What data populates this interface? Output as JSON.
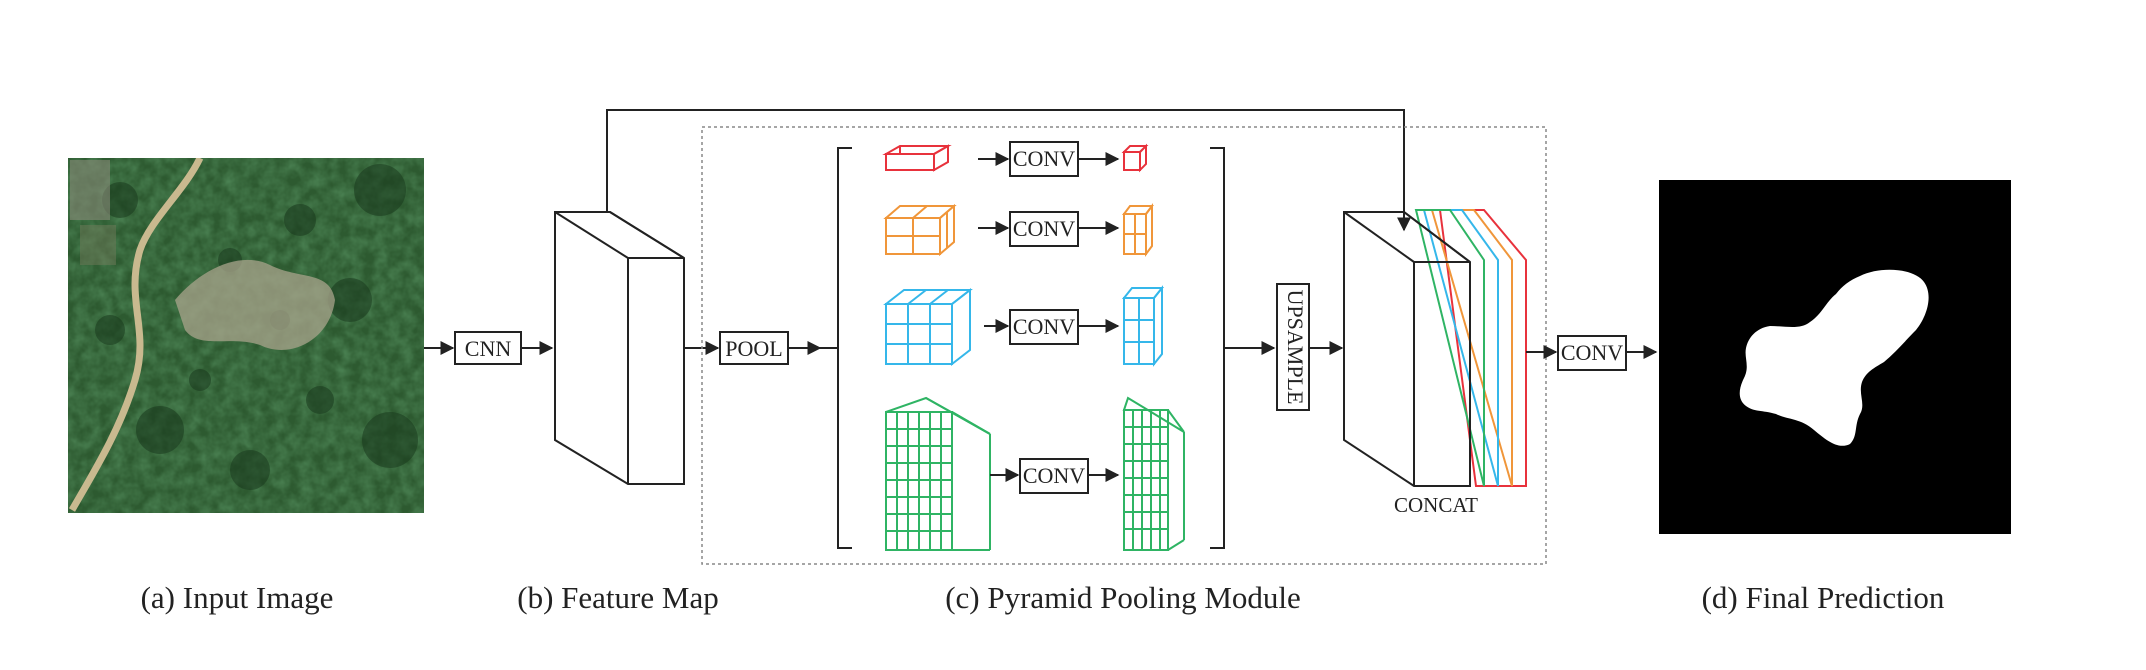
{
  "captions": {
    "input": "(a) Input Image",
    "feature": "(b) Feature Map",
    "pyramid": "(c) Pyramid Pooling Module",
    "prediction": "(d) Final Prediction"
  },
  "ops": {
    "cnn": "CNN",
    "pool": "POOL",
    "conv": "CONV",
    "upsample": "UPSAMPLE",
    "concat": "CONCAT"
  },
  "colors": {
    "red": "#e8323c",
    "orange": "#f0963a",
    "blue": "#35b7ea",
    "green": "#2fb464",
    "line": "#222222"
  }
}
